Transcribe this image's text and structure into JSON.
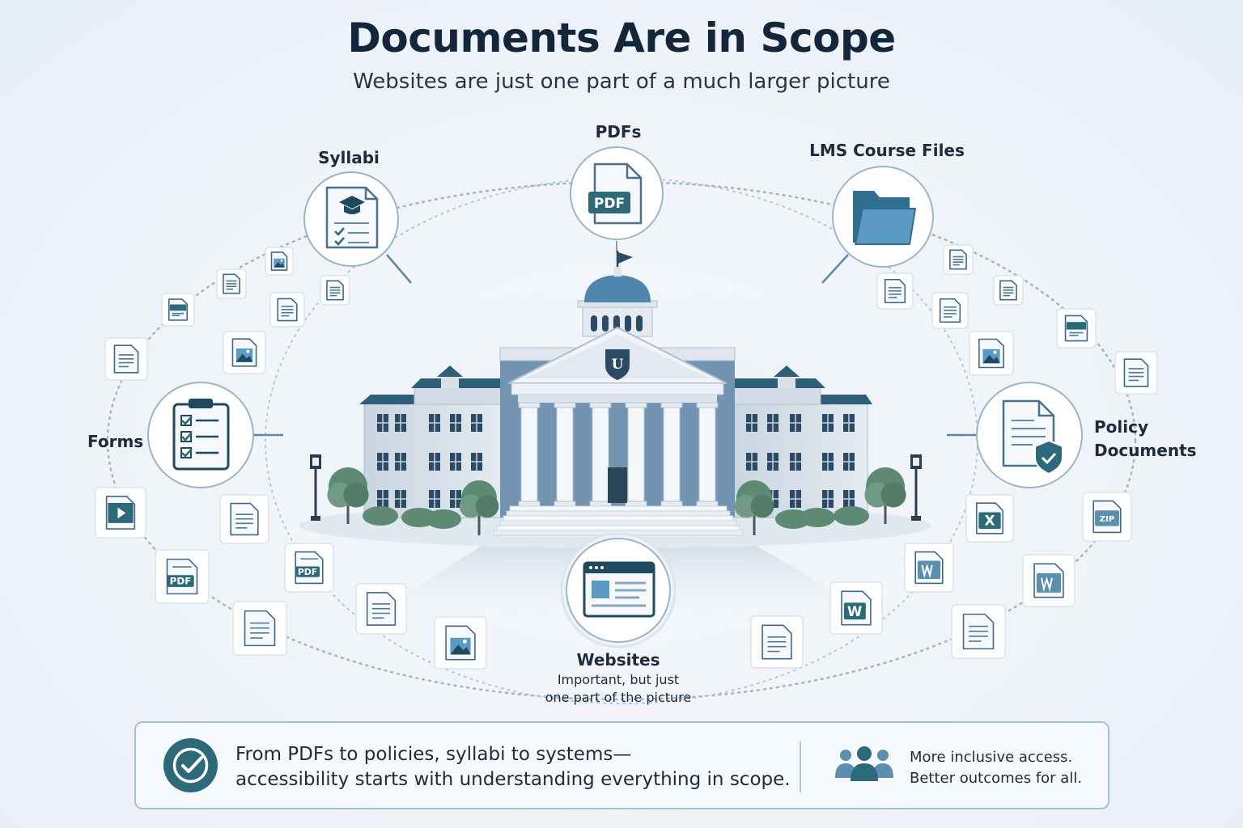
{
  "header": {
    "title": "Documents Are in Scope",
    "subtitle": "Websites are just one part of a much larger picture"
  },
  "nodes": {
    "pdfs": {
      "label": "PDFs",
      "badge": "PDF"
    },
    "syllabi": {
      "label": "Syllabi"
    },
    "lms": {
      "label": "LMS Course Files"
    },
    "forms": {
      "label": "Forms"
    },
    "policy": {
      "label": "Policy\nDocuments"
    },
    "websites": {
      "label": "Websites",
      "note": "Important, but just\none part of the picture"
    }
  },
  "building": {
    "crest": "U"
  },
  "file_badges": {
    "pdf": "PDF",
    "excel": "X",
    "word": "W",
    "zip": "ZIP"
  },
  "banner": {
    "message": "From PDFs to policies, syllabi to systems—\naccessibility starts with understanding everything in scope.",
    "outcome": "More inclusive access.\nBetter outcomes for all."
  },
  "colors": {
    "navy": "#1f4a5e",
    "teal": "#2c6a7a",
    "steel_blue": "#5b8fb0",
    "light_blue": "#a8c4dc",
    "outline": "#9ab4c8"
  }
}
